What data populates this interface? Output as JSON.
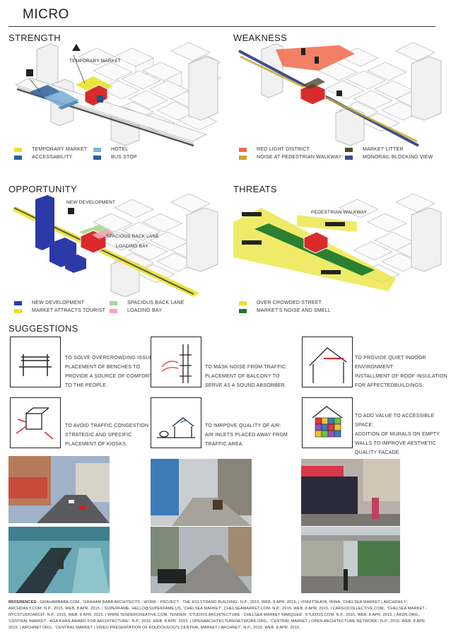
{
  "title": "MICRO",
  "strength": {
    "heading": "STRENGTH",
    "labels": {
      "temporary_market": "TEMPORARY MARKET"
    },
    "legend": [
      {
        "label": "TEMPORARY MARKET",
        "color": "#e8e22a"
      },
      {
        "label": "HOTEL",
        "color": "#7fb0d6"
      },
      {
        "label": "ACCESSABILITY",
        "color": "#2d5f98"
      },
      {
        "label": "BUS STOP",
        "color": "#2d5f98"
      }
    ]
  },
  "weakness": {
    "heading": "WEAKNESS",
    "legend": [
      {
        "label": "RED LIGHT DISTRICT",
        "color": "#f06a4a"
      },
      {
        "label": "MARKET LITTER",
        "color": "#4a4a2a"
      },
      {
        "label": "NOISE AT PEDESTRIAN WALKWAY",
        "color": "#c9a62a"
      },
      {
        "label": "MONORAIL BLOCKING VIEW",
        "color": "#3e4d8f"
      }
    ]
  },
  "opportunity": {
    "heading": "OPPORTUNITY",
    "labels": {
      "new_development": "NEW DEVELOPMENT",
      "spacious_back_lane": "SPACIOUS BACK LANE",
      "loading_bay": "LOADING BAY"
    },
    "legend": [
      {
        "label": "NEW DEVELOPMENT",
        "color": "#2b3aa8"
      },
      {
        "label": "SPACIOUS BACK LANE",
        "color": "#a8d88e"
      },
      {
        "label": "MARKET ATTRACTS TOURIST",
        "color": "#e8e22a"
      },
      {
        "label": "LOADING BAY",
        "color": "#f2a8b8"
      }
    ]
  },
  "threats": {
    "heading": "THREATS",
    "labels": {
      "pedestrian_walkway": "PEDESTRIAN WALKWAY"
    },
    "legend": [
      {
        "label": "OVER CROWDED STREET",
        "color": "#e8e22a"
      },
      {
        "label": "MARKET'S NOISE AND SMELL",
        "color": "#1e7a2e"
      }
    ]
  },
  "suggestions": {
    "heading": "SUGGESTIONS",
    "items": [
      {
        "lines": [
          "TO SOLVE OVERCROWDING ISSUE:",
          "PLACEMENT OF BENCHES TO",
          "PROVIDE A SOURCE OF COMFORT",
          "TO THE PEOPLE."
        ]
      },
      {
        "lines": [
          "TO MASK NOISE FROM TRAFFIC:",
          "PLACEMENT OF BALCONY TO",
          "SERVE AS A SOUND ABSORBER."
        ]
      },
      {
        "lines": [
          "TO PROVIDE QUIET INDOOR",
          "ENVIRONMENT:",
          "INSTALLMENT OF ROOF INSULATION",
          "FOR AFFECTEDBUILDINGS."
        ]
      },
      {
        "lines": [
          "TO AVOID TRAFFIC CONGESTION:",
          "STRATEGIC AND SPECIFIC",
          "PLACEMENT OF KIOSKS."
        ]
      },
      {
        "lines": [
          "TO IMRPOVE QUALITY OF AIR:",
          "AIR INLETS PLACED AWAY FROM",
          "TRAFFIC AREA."
        ]
      },
      {
        "lines": [
          "TO ADD VALUE TO ACCESSIBLE SPACE:",
          "ADDITION OF MURALS ON EMPTY",
          "WALLS TO IMPROVE AESTHETIC",
          "QUALITY FACADE."
        ]
      }
    ]
  },
  "references": {
    "label": "REFERENCES:",
    "text": "GRAHAMBABA.COM., 'GRAHAM BABA ARCHITECTS - WORK - PROJECT - THE KOLSTRAND BUILDING'. N.P., 2015. WEB. 8 APR. 2015.  |  VINNITSKAYA, IRINA. 'CHELSEA MARKET | ARCHDAILY'. ARCHDAILY.COM. N.P., 2015. WEB. 8 APR. 2015.  |  SUPERFAME, HELLO@SUPERFAME.US. 'CHELSEA MARKET'. CHELSEAMARKET.COM. N.P., 2015. WEB. 8 APR. 2015.  |  CARGOCOLLECTIVE.COM,. 'CHELSEA MARKET - NYCSTUDIOARCH'. N.P., 2015. WEB. 8 APR. 2015.  |  WWW.TENDERCREATIVE.COM, TENDER. 'STUDIOS ARCHITECTURE : CHELSEA MARKET MARQUEE'. STUDIOS.COM. N.P., 2015. WEB. 8 APR. 2015.  |  AKDN.ORG,. 'CENTRAL MARKET - AGA KHAN AWARD FOR ARCHITECTURE'. N.P., 2015. WEB. 8 APR. 2015.  |  OPENARCHITECTURENETWORK.ORG,. 'CENTRAL MARKET | OPEN ARCHITECTURE NETWORK'. N.P., 2015. WEB. 8 APR. 2015.  |  ARCHNET.ORG,. 'CENTRAL MARKET | VIDEO PRESENTATION OF KOUDOUGOU'S CENTRAL MARKET | ARCHNET'. N.P., 2015. WEB. 8 APR. 2015."
  }
}
